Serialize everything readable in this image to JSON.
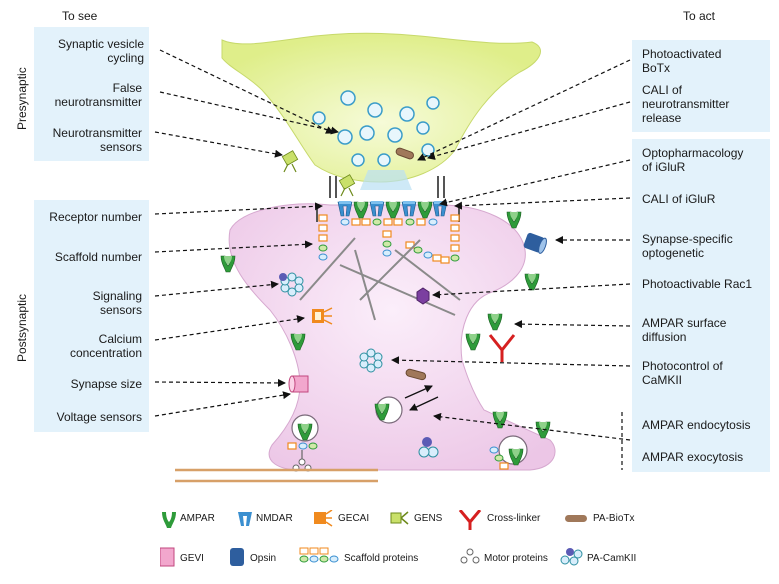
{
  "headers": {
    "left": "To see",
    "right": "To act"
  },
  "side_labels": {
    "presynaptic": "Presynaptic",
    "postsynaptic": "Postsynaptic"
  },
  "left_labels": [
    [
      "Synaptic vesicle",
      "cycling"
    ],
    [
      "False",
      "neurotransmitter"
    ],
    [
      "Neurotransmitter",
      "sensors"
    ],
    [
      "Receptor number"
    ],
    [
      "Scaffold number"
    ],
    [
      "Signaling",
      "sensors"
    ],
    [
      "Calcium",
      "concentration"
    ],
    [
      "Synapse size"
    ],
    [
      "Voltage sensors"
    ]
  ],
  "right_labels": [
    [
      "Photoactivated",
      "BoTx"
    ],
    [
      "CALI of",
      "neurotransmitter",
      "release"
    ],
    [
      "Optopharmacology",
      "of iGluR"
    ],
    [
      "CALI of iGluR"
    ],
    [
      "Synapse-specific",
      "optogenetic"
    ],
    [
      "Photoactivable Rac1"
    ],
    [
      "AMPAR surface",
      "diffusion"
    ],
    [
      "Photocontrol of",
      "CaMKII"
    ],
    [
      "AMPAR endocytosis"
    ],
    [
      "AMPAR exocytosis"
    ]
  ],
  "legend": {
    "ampar": "AMPAR",
    "nmdar": "NMDAR",
    "gecai": "GECAI",
    "gens": "GENS",
    "crosslinker": "Cross-linker",
    "pabotx": "PA-BioTx",
    "gevi": "GEVI",
    "opsin": "Opsin",
    "scaffold": "Scaffold proteins",
    "motor": "Motor proteins",
    "pacamkii": "PA-CamKII"
  },
  "colors": {
    "label_box": "#e3f2fb",
    "presynaptic": "#eef5b5",
    "postsynaptic": "#f3d7ef",
    "ampar": "#2e9b3a",
    "nmdar": "#3a8fd0",
    "gecai": "#f08a1e",
    "crosslinker": "#d62020",
    "gevi": "#f2a7cd",
    "opsin": "#2e5e9e",
    "vesicle": "#9fd3ea",
    "axon": "#d7a068"
  }
}
